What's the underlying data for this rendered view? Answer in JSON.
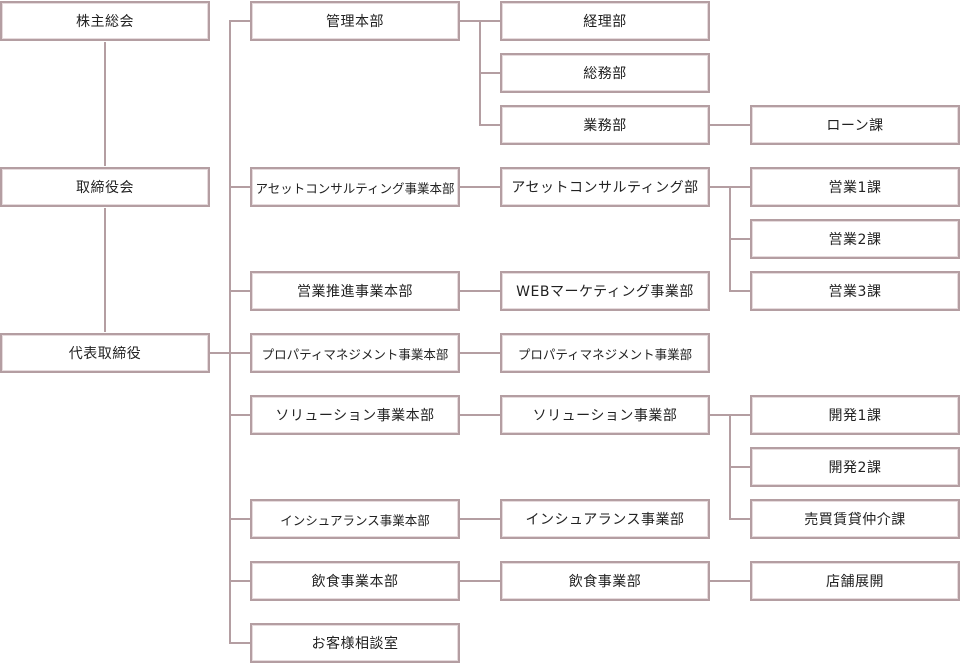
{
  "org": {
    "shareholders": "株主総会",
    "board": "取締役会",
    "ceo": "代表取締役",
    "divisions": {
      "management": "管理本部",
      "asset_consulting": "アセットコンサルティング事業本部",
      "sales_promotion": "営業推進事業本部",
      "property_management": "プロパティマネジメント事業本部",
      "solution": "ソリューション事業本部",
      "insurance": "インシュアランス事業本部",
      "food": "飲食事業本部",
      "customer_consultation": "お客様相談室"
    },
    "departments": {
      "accounting": "経理部",
      "general_affairs": "総務部",
      "operations": "業務部",
      "asset_consulting": "アセットコンサルティング部",
      "web_marketing": "WEBマーケティング事業部",
      "property_management": "プロパティマネジメント事業部",
      "solution": "ソリューション事業部",
      "insurance": "インシュアランス事業部",
      "food": "飲食事業部"
    },
    "sections": {
      "loan": "ローン課",
      "sales1": "営業1課",
      "sales2": "営業2課",
      "sales3": "営業3課",
      "dev1": "開発1課",
      "dev2": "開発2課",
      "sales_lease": "売買賃貸仲介課",
      "store_dev": "店舗展開"
    }
  }
}
